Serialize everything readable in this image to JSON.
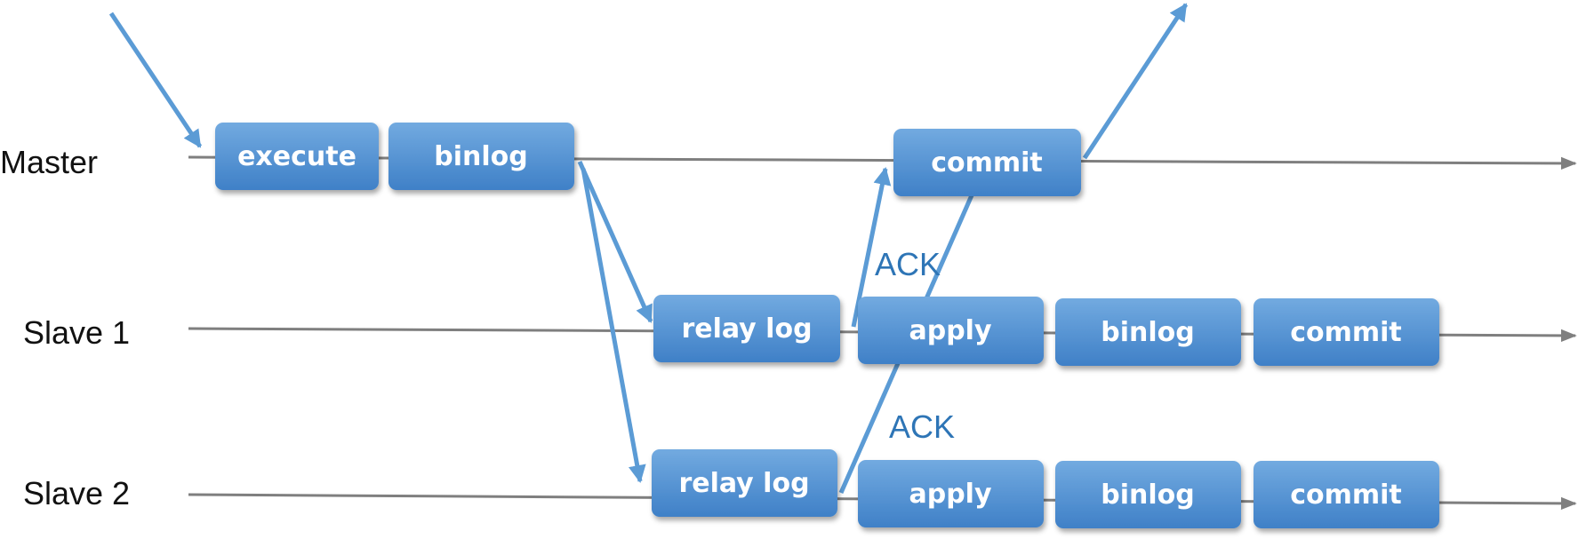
{
  "colors": {
    "timeline": "#7f7f7f",
    "arrow": "#5b9bd5",
    "box_top": "#6fa8df",
    "box_bottom": "#3d7fc6",
    "box_text": "#ffffff",
    "ack_text": "#2e75b6"
  },
  "lanes": {
    "master": "Master",
    "slave1": "Slave 1",
    "slave2": "Slave 2"
  },
  "master_steps": {
    "execute": "execute",
    "binlog": "binlog",
    "commit": "commit"
  },
  "slave1_steps": {
    "relay_log": "relay log",
    "apply": "apply",
    "binlog": "binlog",
    "commit": "commit"
  },
  "slave2_steps": {
    "relay_log": "relay log",
    "apply": "apply",
    "binlog": "binlog",
    "commit": "commit"
  },
  "acks": {
    "slave1": "ACK",
    "slave2": "ACK"
  }
}
